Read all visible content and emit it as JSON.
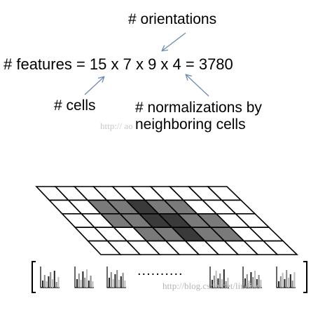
{
  "labels": {
    "orientations": "# orientations",
    "equation": "# features = 15 x 7 x 9 x 4 = 3780",
    "cells": "# cells",
    "normalizations_line1": "# normalizations by",
    "normalizations_line2": "neighboring cells"
  },
  "watermarks": {
    "top": "http://                                    ao",
    "bottom": "http://blog.csdn.net/liudiao"
  },
  "feature_vector": {
    "ellipsis": "..........",
    "histogram_count": 6
  },
  "colors": {
    "arrow": "#6b8bb4",
    "grid_line": "#000000",
    "cell_light": "#ffffff",
    "cell_mid": "#7a7a7a",
    "cell_dark": "#3a3a3a"
  },
  "grid": {
    "rows": 5,
    "cols": 10
  }
}
